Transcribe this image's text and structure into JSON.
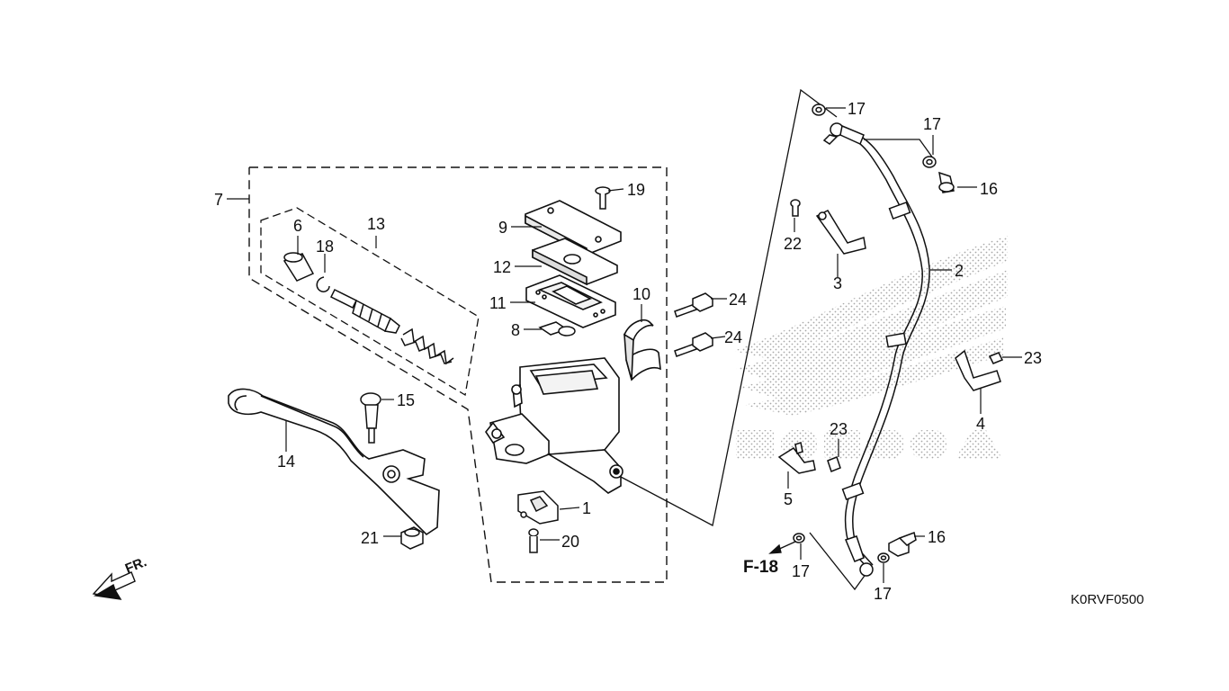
{
  "diagram": {
    "code": "K0RVF0500",
    "ref_label": "F-18",
    "direction_label": "FR.",
    "parts": {
      "p1": "1",
      "p2": "2",
      "p3": "3",
      "p4": "4",
      "p5": "5",
      "p6": "6",
      "p7": "7",
      "p8": "8",
      "p9": "9",
      "p10": "10",
      "p11": "11",
      "p12": "12",
      "p13": "13",
      "p14": "14",
      "p15": "15",
      "p16a": "16",
      "p16b": "16",
      "p17a": "17",
      "p17b": "17",
      "p17c": "17",
      "p17d": "17",
      "p18": "18",
      "p19": "19",
      "p20": "20",
      "p21": "21",
      "p22": "22",
      "p23a": "23",
      "p23b": "23",
      "p24a": "24",
      "p24b": "24"
    }
  }
}
